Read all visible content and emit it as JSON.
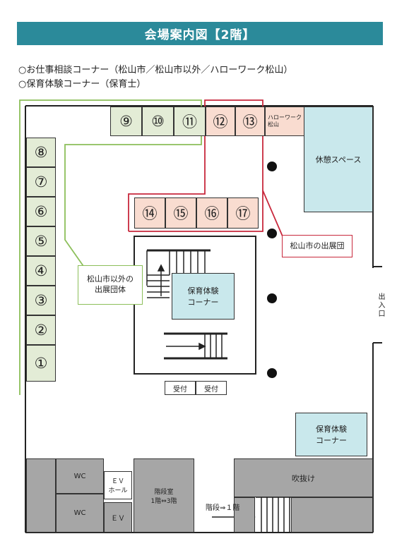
{
  "title": "会場案内図【2階】",
  "legend": [
    "○お仕事相談コーナー（松山市／松山市以外／ハローワーク松山）",
    "○保育体験コーナー（保育士）"
  ],
  "left_column": [
    "⑧",
    "⑦",
    "⑥",
    "⑤",
    "④",
    "③",
    "②",
    "①"
  ],
  "top_green": [
    "⑨",
    "⑩",
    "⑪"
  ],
  "top_pink": [
    "⑫",
    "⑬"
  ],
  "hellowork_label": "ハローワーク\n松山",
  "middle_pink": [
    "⑭",
    "⑮",
    "⑯",
    "⑰"
  ],
  "rest_space": "休憩スペース",
  "matsuyama_callout": "松山市の出展団",
  "outside_callout": "松山市以外の\n出展団体",
  "childcare_center": "保育体験\nコーナー",
  "childcare_right": "保育体験\nコーナー",
  "reception": [
    "受付",
    "受付"
  ],
  "entrance": "出入口",
  "wc_top": "WC",
  "wc_bottom": "WC",
  "ev_hall": "ＥＶ\nホール",
  "ev": "ＥＶ",
  "stair_room": "階段室\n1階⇔3階",
  "stairs_note": "階段⇒１階",
  "atrium": "吹抜け",
  "colors": {
    "title_bg": "#2b8a9a",
    "green_box": "#e3ecd6",
    "pink_box": "#f9dcd0",
    "blue_area": "#c9e8ec",
    "gray_area": "#a6a6a6",
    "green_line": "#8cbf5a",
    "red_line": "#c8283c"
  }
}
